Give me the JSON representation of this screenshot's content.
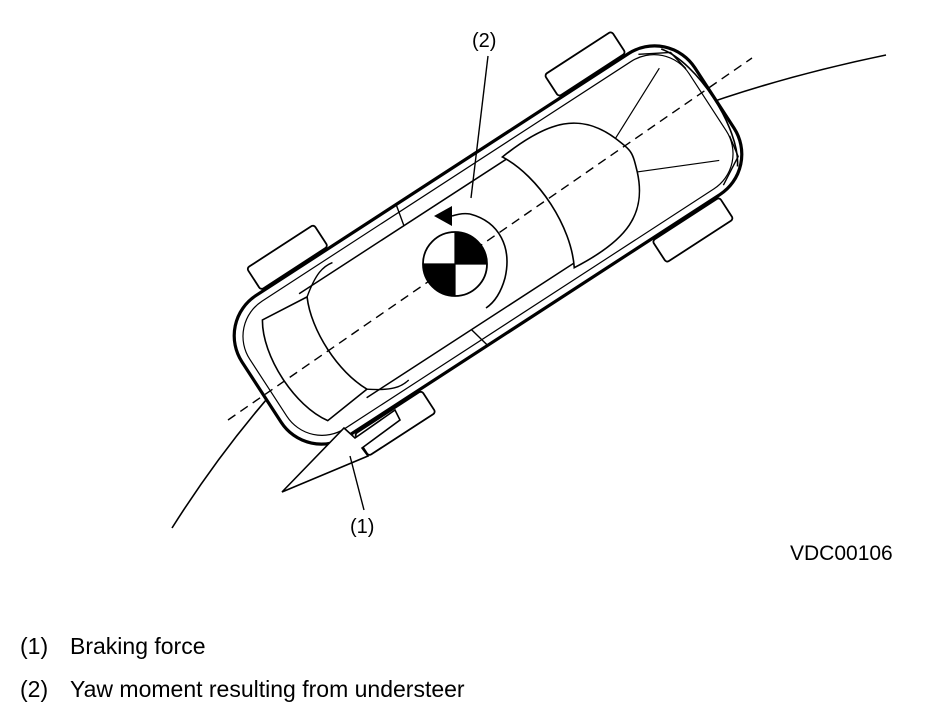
{
  "callouts": {
    "braking": "(1)",
    "yaw": "(2)"
  },
  "figure_id": "VDC00106",
  "legend": [
    {
      "number": "(1)",
      "text": "Braking force"
    },
    {
      "number": "(2)",
      "text": "Yaw moment resulting from understeer"
    }
  ]
}
